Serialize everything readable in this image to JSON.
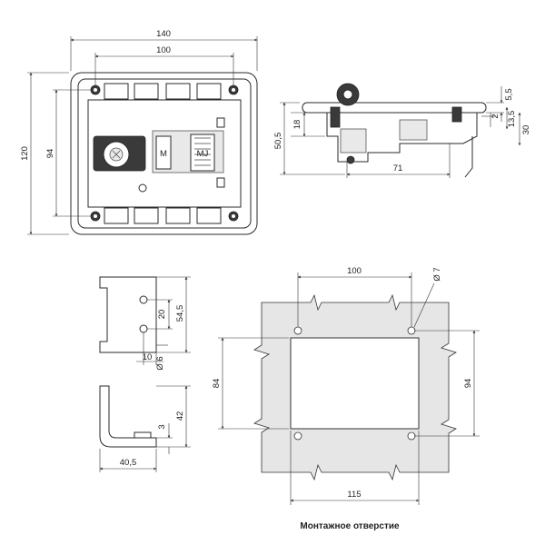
{
  "front_view": {
    "dim_width": "140",
    "dim_inner_width": "100",
    "dim_height": "120",
    "dim_inner_height": "94",
    "handle_marks": [
      "M",
      "MJ"
    ]
  },
  "side_view": {
    "dim_55": "5,5",
    "dim_18": "18",
    "dim_2": "2",
    "dim_13_5": "13,5",
    "dim_30": "30",
    "dim_50_5": "50,5",
    "dim_71": "71"
  },
  "bracket_view": {
    "dim_54_5": "54,5",
    "dim_20": "20",
    "dim_10": "10",
    "dim_hole": "Ø 6",
    "dim_42": "42",
    "dim_3": "3",
    "dim_40_5": "40,5"
  },
  "cutout_view": {
    "dim_100": "100",
    "dim_hole": "Ø 7",
    "dim_84": "84",
    "dim_94": "94",
    "dim_115": "115",
    "caption": "Монтажное отверстие"
  }
}
